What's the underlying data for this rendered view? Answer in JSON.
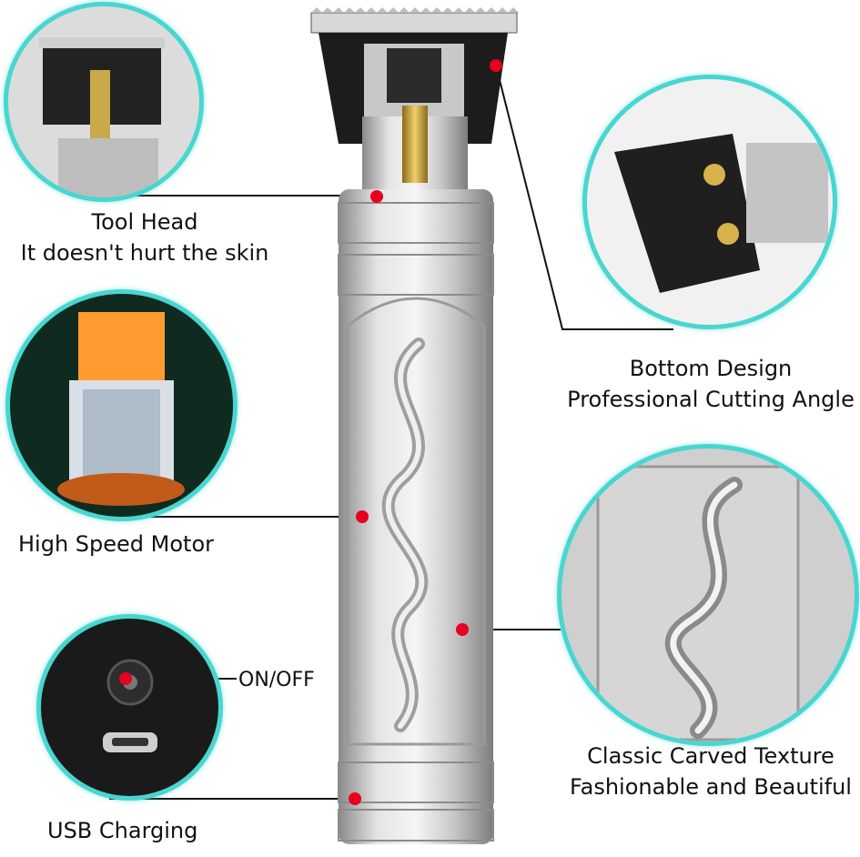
{
  "callouts": {
    "tool_head": {
      "title": "Tool Head",
      "subtitle": "It doesn't hurt the skin"
    },
    "bottom_design": {
      "title": "Bottom Design",
      "subtitle": "Professional Cutting Angle"
    },
    "motor": {
      "title": "High Speed Motor"
    },
    "on_off": {
      "title": "ON/OFF"
    },
    "usb": {
      "title": "USB Charging"
    },
    "texture": {
      "title": "Classic Carved Texture",
      "subtitle": "Fashionable and Beautiful"
    }
  },
  "colors": {
    "accent_ring": "#49d6d0",
    "marker_dot": "#e8001f",
    "body_silver": "#c9c9c9"
  },
  "icons": {
    "marker": "red-dot-icon"
  }
}
